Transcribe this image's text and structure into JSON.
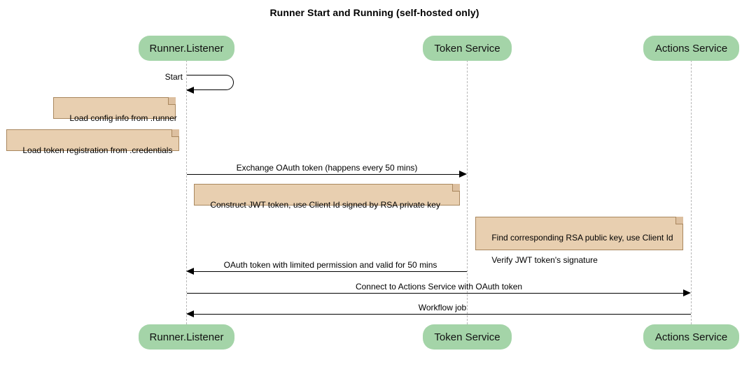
{
  "diagram": {
    "title": "Runner Start and Running (self-hosted only)",
    "type": "sequence-diagram",
    "colors": {
      "participant_fill": "#a4d4a8",
      "note_fill": "#e8cfb0",
      "note_border": "#a9875e",
      "lifeline": "#b8b8b8",
      "line": "#000000",
      "background": "#ffffff"
    }
  },
  "participants": [
    {
      "id": "runner",
      "label": "Runner.Listener"
    },
    {
      "id": "token",
      "label": "Token Service"
    },
    {
      "id": "actions",
      "label": "Actions Service"
    }
  ],
  "messages": [
    {
      "id": "m1",
      "label": "Start",
      "kind": "self",
      "from": "runner",
      "to": "runner"
    },
    {
      "id": "m2",
      "label": "Exchange OAuth token (happens every 50 mins)",
      "kind": "sync",
      "direction": "right",
      "from": "runner",
      "to": "token"
    },
    {
      "id": "m3",
      "label": "OAuth token with limited permission and valid for 50 mins",
      "kind": "sync",
      "direction": "left",
      "from": "token",
      "to": "runner"
    },
    {
      "id": "m4",
      "label": "Connect to Actions Service with OAuth token",
      "kind": "sync",
      "direction": "right",
      "from": "runner",
      "to": "actions"
    },
    {
      "id": "m5",
      "label": "Workflow job",
      "kind": "sync",
      "direction": "left",
      "from": "actions",
      "to": "runner"
    }
  ],
  "notes": [
    {
      "id": "n1",
      "text": "Load config info from .runner"
    },
    {
      "id": "n2",
      "text": "Load token registration from .credentials"
    },
    {
      "id": "n3",
      "text": "Construct JWT token, use Client Id signed by RSA private key"
    },
    {
      "id": "n4",
      "line1": "Find corresponding RSA public key, use Client Id",
      "line2": "Verify JWT token's signature"
    }
  ]
}
